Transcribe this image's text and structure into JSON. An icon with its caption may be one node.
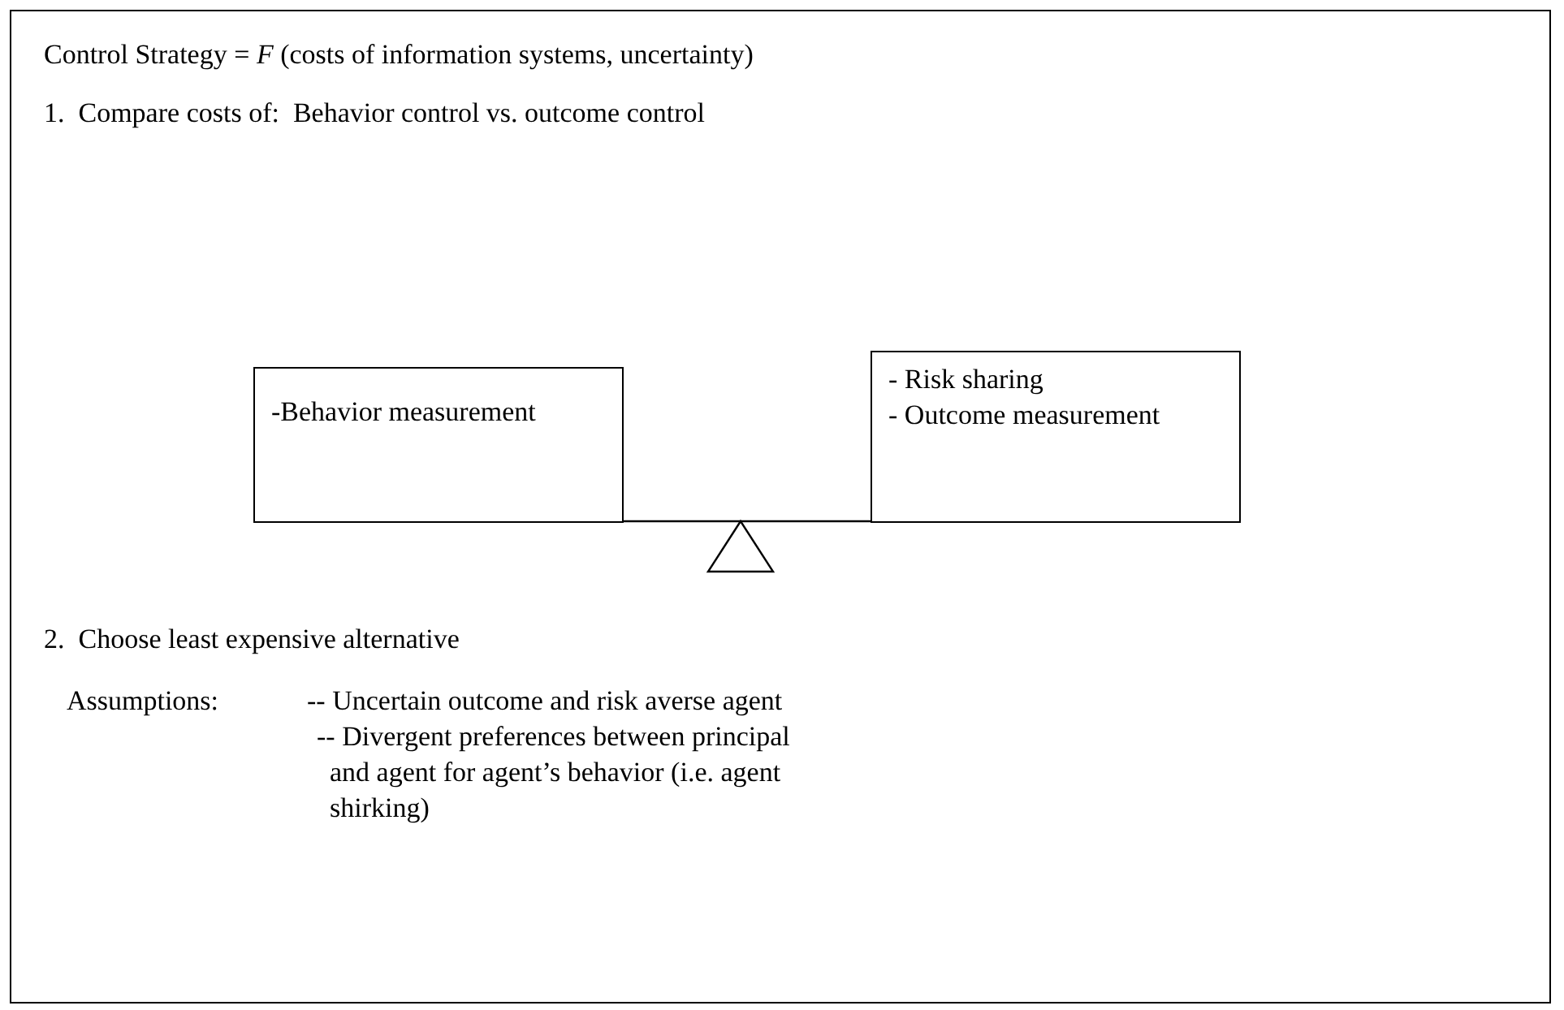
{
  "diagram": {
    "nodes": [
      {
        "text": [
          "Control Strategy = *F* (costs of information systems, uncertainty)",
          "1.  Compare costs of:  Behavior control vs. outcome control",
          "2.  Choose least expensive alternative",
          "Assumptions:",
          "-- Uncertain outcome and risk averse agent",
          "-- Divergent preferences between principal and agent for agent’s behavior (i.e. agent shirking)"
        ]
      },
      {
        "text": [
          "-Behavior measurement"
        ],
        "in": 0
      },
      {
        "text": [
          "- Risk sharing",
          "- Outcome measurement"
        ],
        "in": 0
      }
    ]
  }
}
